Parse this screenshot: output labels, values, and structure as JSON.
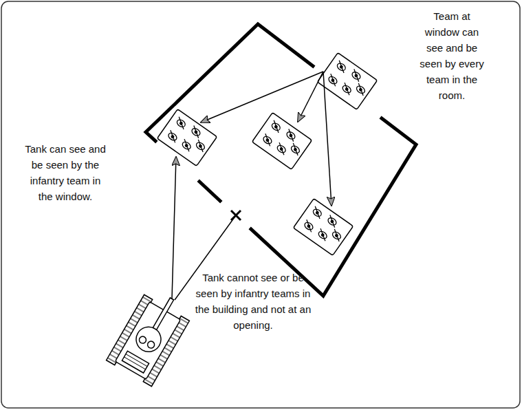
{
  "diagram": {
    "labels": [
      "Team at window can see and be seen by every team in the room.",
      "Tank can see and be seen by the infantry team in the window.",
      "Tank cannot see or be seen by infantry teams in the building and not at an opening."
    ]
  }
}
